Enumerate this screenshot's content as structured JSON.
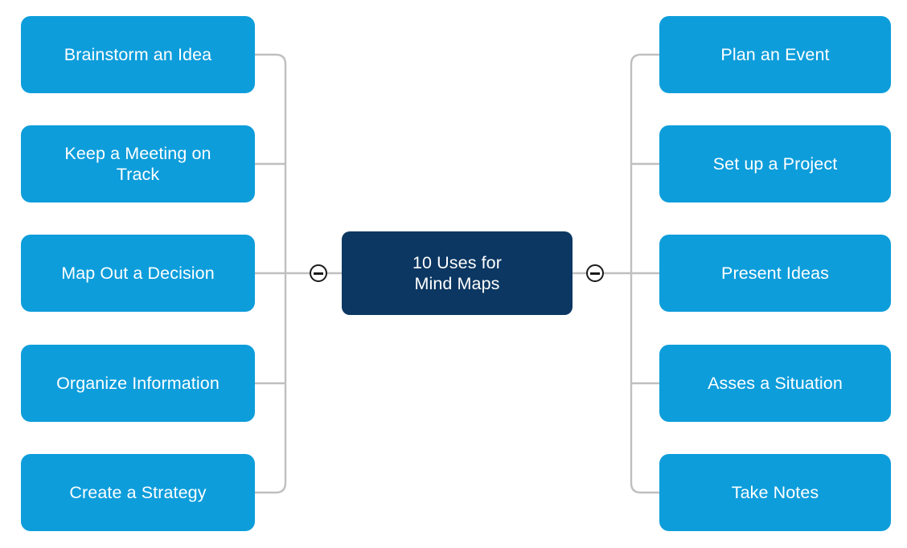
{
  "diagram": {
    "type": "mind-map",
    "center": {
      "label": "10 Uses for\nMind Maps",
      "color": "#0c3762",
      "text_color": "#ffffff"
    },
    "branch_color": "#0d9ddb",
    "connector_color": "#bfbfbf",
    "left_branch": {
      "toggle_icon": "minus-circle-icon",
      "toggle_state": "expanded",
      "items": [
        {
          "label": "Brainstorm an Idea"
        },
        {
          "label": "Keep a Meeting on\nTrack"
        },
        {
          "label": "Map Out a Decision"
        },
        {
          "label": "Organize Information"
        },
        {
          "label": "Create a Strategy"
        }
      ]
    },
    "right_branch": {
      "toggle_icon": "minus-circle-icon",
      "toggle_state": "expanded",
      "items": [
        {
          "label": "Plan an Event"
        },
        {
          "label": "Set up a Project"
        },
        {
          "label": "Present Ideas"
        },
        {
          "label": "Asses a Situation"
        },
        {
          "label": "Take Notes"
        }
      ]
    }
  }
}
